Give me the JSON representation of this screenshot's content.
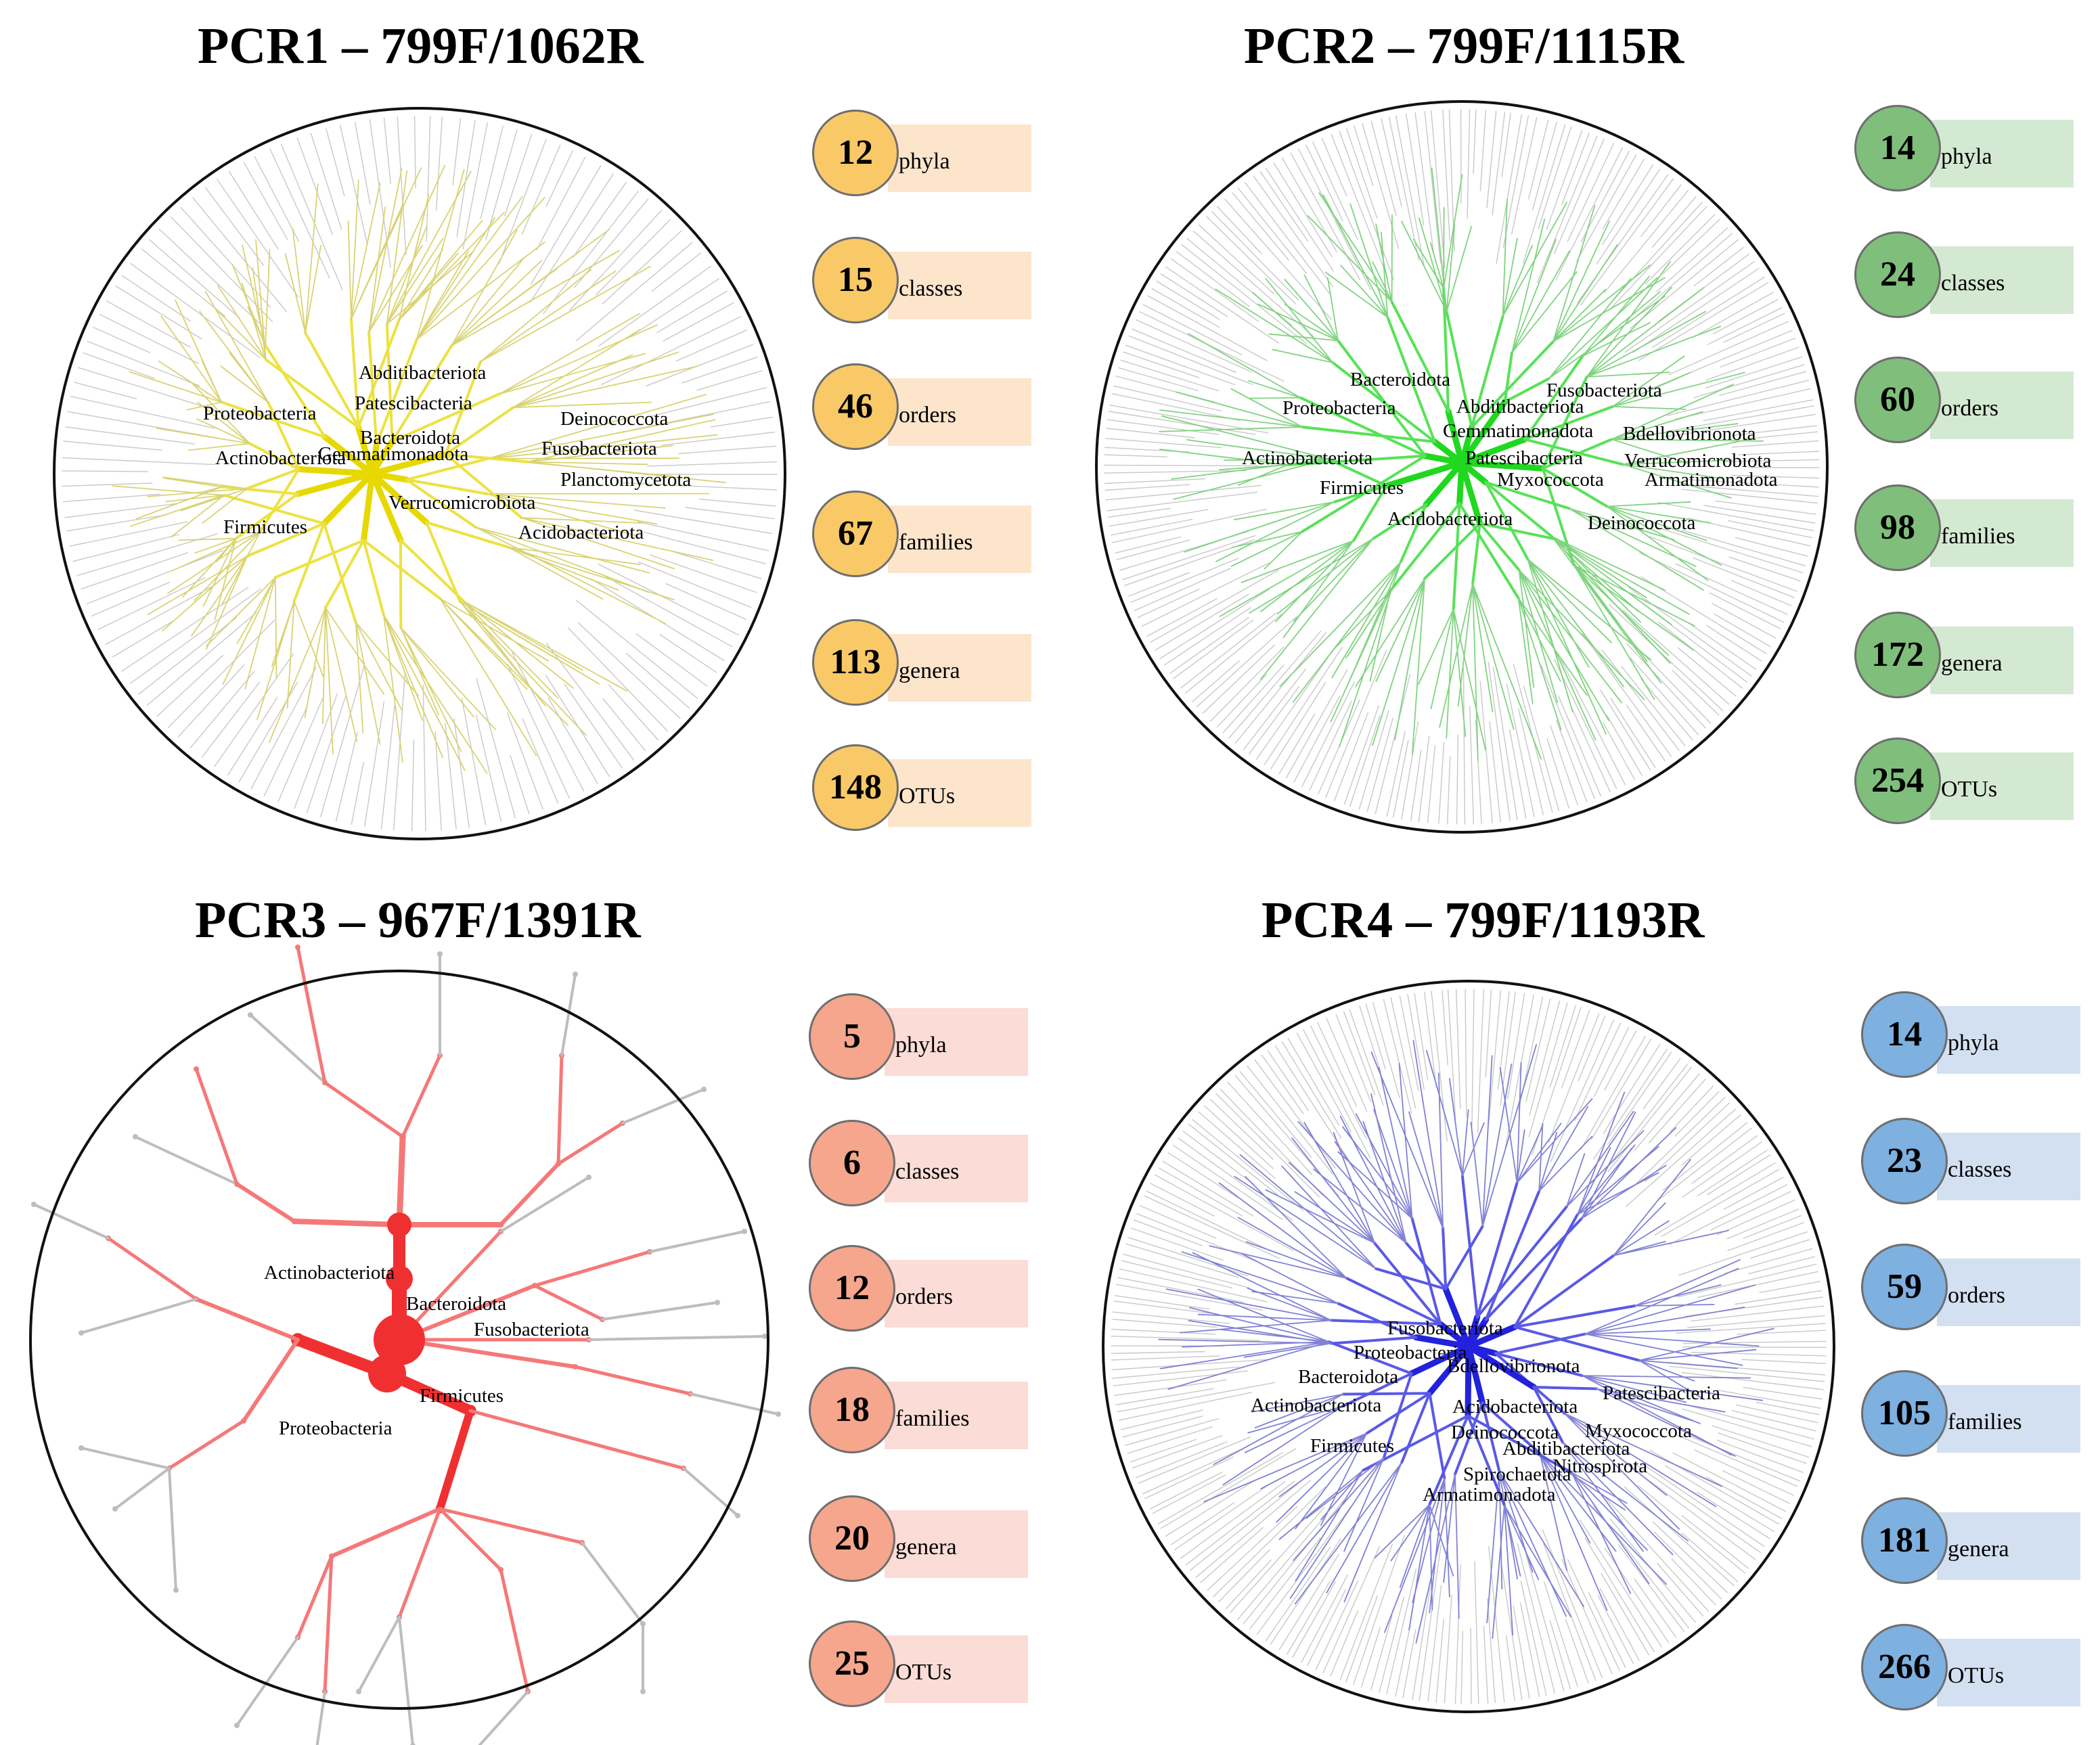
{
  "panels": [
    {
      "id": "pcr1",
      "title": "PCR1 – 799F/1062R",
      "accent": "#e6d800",
      "badge_circle_color": "#f9c968",
      "badge_rect_color": "#fde5cc",
      "stats": [
        {
          "value": "12",
          "label": "phyla"
        },
        {
          "value": "15",
          "label": "classes"
        },
        {
          "value": "46",
          "label": "orders"
        },
        {
          "value": "67",
          "label": "families"
        },
        {
          "value": "113",
          "label": "genera"
        },
        {
          "value": "148",
          "label": "OTUs"
        }
      ],
      "phyla": [
        "Abditibacteriota",
        "Patescibacteria",
        "Deinococcota",
        "Proteobacteria",
        "Bacteroidota",
        "Fusobacteriota",
        "Actinobacteriota",
        "Gemmatimonadota",
        "Planctomycetota",
        "Verrucomicrobiota",
        "Firmicutes",
        "Acidobacteriota"
      ]
    },
    {
      "id": "pcr2",
      "title": "PCR2 – 799F/1115R",
      "accent": "#1fd81f",
      "badge_circle_color": "#7fbf7b",
      "badge_rect_color": "#d4e9d2",
      "stats": [
        {
          "value": "14",
          "label": "phyla"
        },
        {
          "value": "24",
          "label": "classes"
        },
        {
          "value": "60",
          "label": "orders"
        },
        {
          "value": "98",
          "label": "families"
        },
        {
          "value": "172",
          "label": "genera"
        },
        {
          "value": "254",
          "label": "OTUs"
        }
      ],
      "phyla": [
        "Bacteroidota",
        "Fusobacteriota",
        "Proteobacteria",
        "Abditibacteriota",
        "Gemmatimonadota",
        "Bdellovibrionota",
        "Actinobacteriota",
        "Patescibacteria",
        "Verrucomicrobiota",
        "Myxococcota",
        "Armatimonadota",
        "Firmicutes",
        "Acidobacteriota",
        "Deinococcota"
      ]
    },
    {
      "id": "pcr3",
      "title": "PCR3 – 967F/1391R",
      "accent": "#f03030",
      "badge_circle_color": "#f5a68c",
      "badge_rect_color": "#fbdcd6",
      "stats": [
        {
          "value": "5",
          "label": "phyla"
        },
        {
          "value": "6",
          "label": "classes"
        },
        {
          "value": "12",
          "label": "orders"
        },
        {
          "value": "18",
          "label": "families"
        },
        {
          "value": "20",
          "label": "genera"
        },
        {
          "value": "25",
          "label": "OTUs"
        }
      ],
      "phyla": [
        "Actinobacteriota",
        "Bacteroidota",
        "Fusobacteriota",
        "Firmicutes",
        "Proteobacteria"
      ]
    },
    {
      "id": "pcr4",
      "title": "PCR4 – 799F/1193R",
      "accent": "#2222dd",
      "badge_circle_color": "#7eb0e0",
      "badge_rect_color": "#d3e0f1",
      "stats": [
        {
          "value": "14",
          "label": "phyla"
        },
        {
          "value": "23",
          "label": "classes"
        },
        {
          "value": "59",
          "label": "orders"
        },
        {
          "value": "105",
          "label": "families"
        },
        {
          "value": "181",
          "label": "genera"
        },
        {
          "value": "266",
          "label": "OTUs"
        }
      ],
      "phyla": [
        "Fusobacteriota",
        "Proteobacteria",
        "Bacteroidota",
        "Bdellovibrionota",
        "Actinobacteriota",
        "Acidobacteriota",
        "Patescibacteria",
        "Deinococcota",
        "Myxococcota",
        "Firmicutes",
        "Abditibacteriota",
        "Nitrospirota",
        "Spirochaetota",
        "Armatimonadota"
      ]
    }
  ]
}
